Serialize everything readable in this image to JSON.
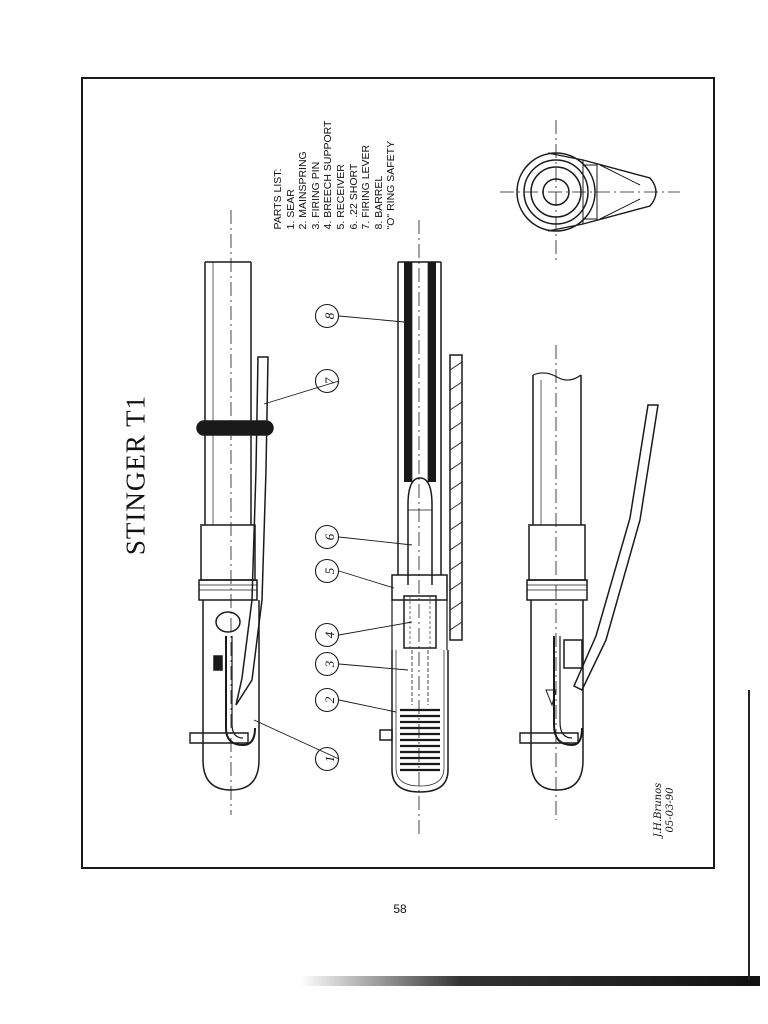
{
  "title": "STINGER T1",
  "parts_list": {
    "heading": "PARTS LIST:",
    "items": [
      "1.  SEAR",
      "2.  MAINSPRING",
      "3.  FIRING PIN",
      "4.  BREECH SUPPORT",
      "5.  RECEIVER",
      "6.  .22 SHORT",
      "7.  FIRING LEVER",
      "8.  BARREL",
      "\"O\" RING SAFETY"
    ]
  },
  "callouts": [
    "1",
    "2",
    "3",
    "4",
    "5",
    "6",
    "7",
    "8"
  ],
  "signature": {
    "name": "J.H.Brunos",
    "date": "05-03-90"
  },
  "page_number": "58"
}
